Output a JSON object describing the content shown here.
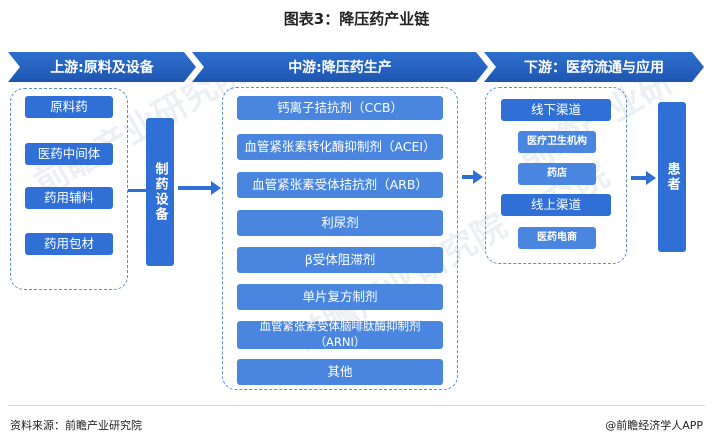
{
  "title": "图表3：降压药产业链",
  "upstream": {
    "header": "上游:原料及设备",
    "materials": [
      "原料药",
      "医药中间体",
      "药用辅料",
      "药用包材"
    ],
    "equipment": "制药设备"
  },
  "midstream": {
    "header": "中游:降压药生产",
    "drugs": [
      "钙离子拮抗剂（CCB）",
      "血管紧张素转化酶抑制剂（ACEI）",
      "血管紧张素受体拮抗剂（ARB）",
      "利尿剂",
      "β受体阻滞剂",
      "单片复方制剂",
      "血管紧张素受体脑啡肽酶抑制剂（ARNI）",
      "其他"
    ]
  },
  "downstream": {
    "header": "下游：医药流通与应用",
    "offline": {
      "label": "线下渠道",
      "items": [
        "医疗卫生机构",
        "药店"
      ]
    },
    "online": {
      "label": "线上渠道",
      "items": [
        "医药电商"
      ]
    },
    "patient": "患者"
  },
  "footer": {
    "source": "资料来源：前瞻产业研究院",
    "brand": "@前瞻经济学人APP"
  },
  "watermark": "前瞻产业研究院",
  "colors": {
    "primary": "#2f6fd6",
    "band": "#1e56b0",
    "dashed": "#5b8ed8"
  }
}
